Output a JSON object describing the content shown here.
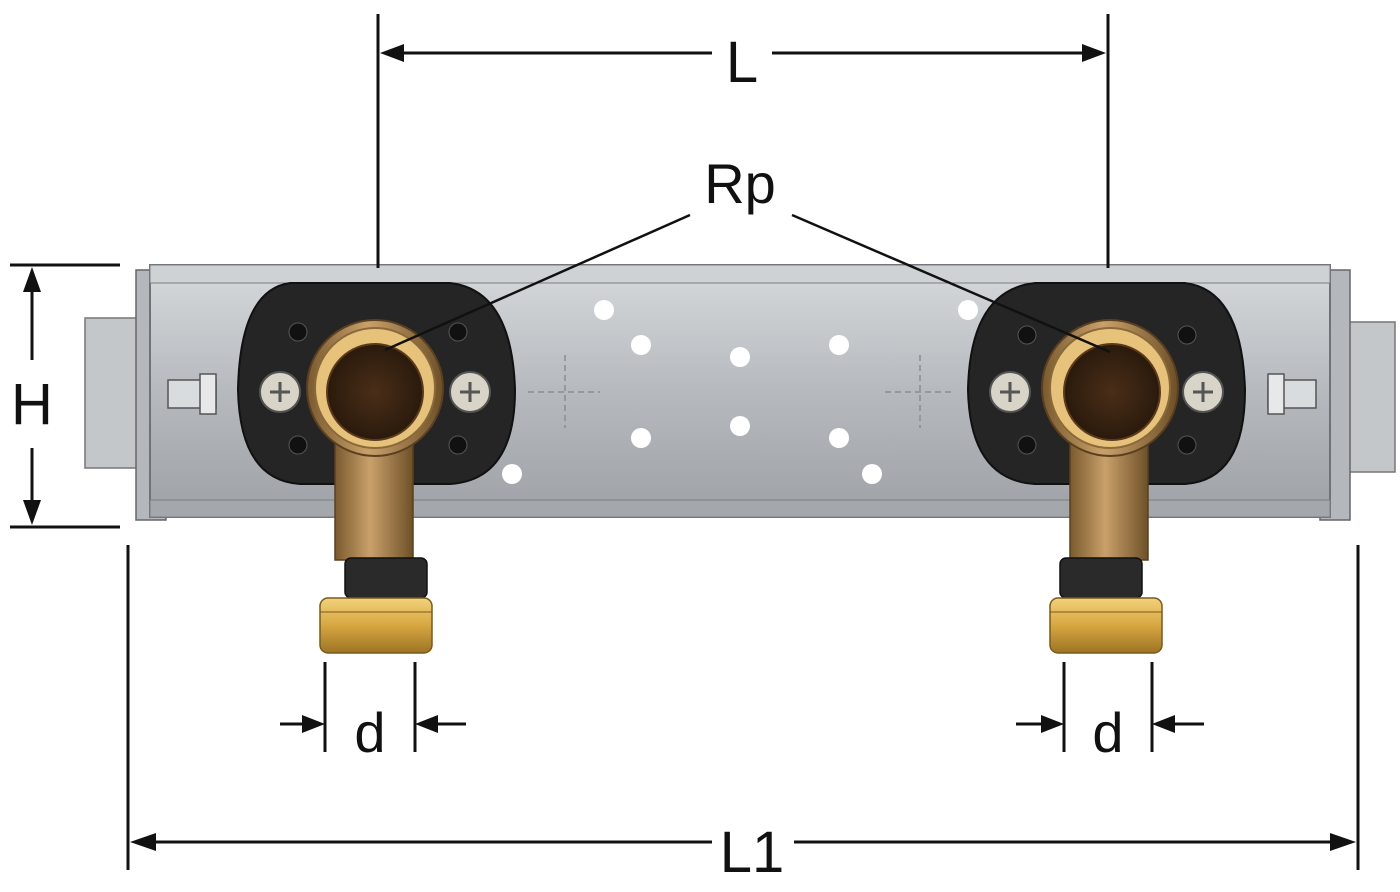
{
  "labels": {
    "L": "L",
    "L1": "L1",
    "H": "H",
    "Rp": "Rp",
    "d_left": "d",
    "d_right": "d"
  },
  "colors": {
    "line": "#111111",
    "rail": "#b9bcc0",
    "rail_dark": "#8e9297",
    "plate": "#2a2a2a",
    "brass": "#c79a55",
    "brass_dark": "#8a6a3a",
    "gold": "#e2b54a",
    "hole": "#ffffff"
  }
}
